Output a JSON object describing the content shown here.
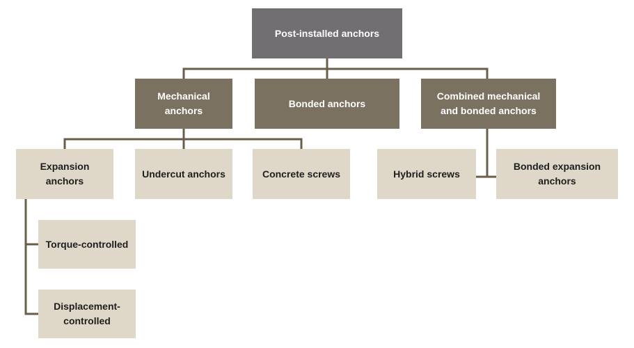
{
  "diagram": {
    "root": {
      "label": "Post-installed anchors"
    },
    "categories": {
      "mechanical": {
        "label": "Mechanical\nanchors"
      },
      "bonded": {
        "label": "Bonded anchors"
      },
      "combined": {
        "label": "Combined mechanical\nand bonded anchors"
      }
    },
    "mechanical_types": {
      "expansion": {
        "label": "Expansion\nanchors"
      },
      "undercut": {
        "label": "Undercut anchors"
      },
      "concrete_screws": {
        "label": "Concrete screws"
      }
    },
    "combined_types": {
      "hybrid_screws": {
        "label": "Hybrid screws"
      },
      "bonded_expansion": {
        "label": "Bonded expansion\nanchors"
      }
    },
    "expansion_types": {
      "torque": {
        "label": "Torque-controlled"
      },
      "displacement": {
        "label": "Displacement-\ncontrolled"
      }
    },
    "colors": {
      "root_fill": "#716f72",
      "category_fill": "#7b7161",
      "leaf_fill": "#dfd8c8",
      "connector": "#6b5d4b"
    }
  }
}
